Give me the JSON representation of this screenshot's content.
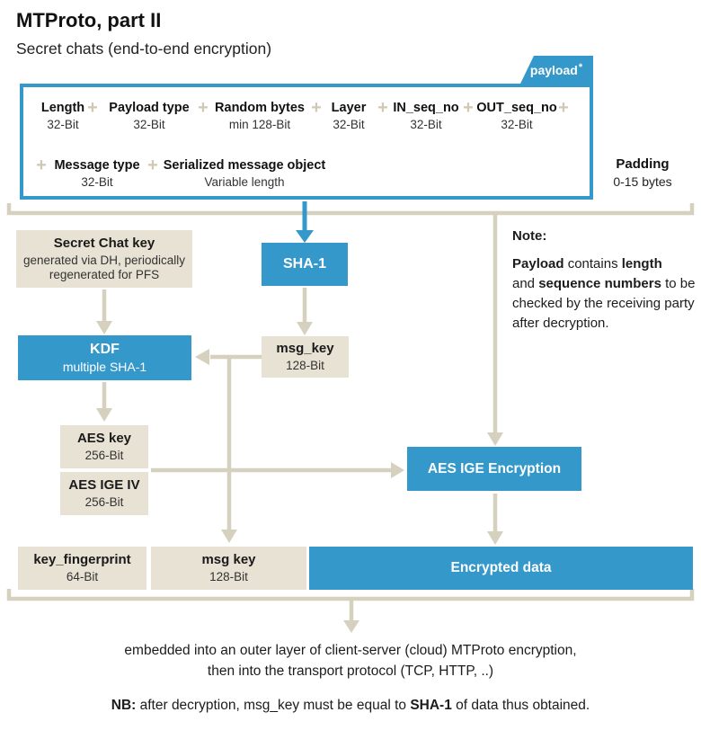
{
  "header": {
    "title": "MTProto, part II",
    "subtitle": "Secret chats (end-to-end encryption)"
  },
  "payload_box": {
    "tab_label": "payload",
    "tab_asterisk": "*",
    "fields_row1": [
      {
        "name": "Length",
        "size": "32-Bit"
      },
      {
        "name": "Payload type",
        "size": "32-Bit"
      },
      {
        "name": "Random bytes",
        "size": "min 128-Bit"
      },
      {
        "name": "Layer",
        "size": "32-Bit"
      },
      {
        "name": "IN_seq_no",
        "size": "32-Bit"
      },
      {
        "name": "OUT_seq_no",
        "size": "32-Bit"
      }
    ],
    "fields_row2": [
      {
        "name": "Message type",
        "size": "32-Bit"
      },
      {
        "name": "Serialized message object",
        "size": "Variable length"
      }
    ]
  },
  "padding": {
    "label": "Padding",
    "size": "0-15 bytes"
  },
  "icons": {
    "plus": "+"
  },
  "nodes": {
    "secret_chat_key": {
      "title": "Secret Chat key",
      "line1": "generated via DH, periodically",
      "line2": "regenerated for PFS"
    },
    "sha1": {
      "label": "SHA-1"
    },
    "kdf": {
      "title": "KDF",
      "subtitle": "multiple SHA-1"
    },
    "msg_key_mid": {
      "title": "msg_key",
      "size": "128-Bit"
    },
    "aes_key": {
      "title": "AES key",
      "size": "256-Bit"
    },
    "aes_ige_iv": {
      "title": "AES IGE IV",
      "size": "256-Bit"
    },
    "aes_ige_encryption": {
      "label": "AES IGE Encryption"
    },
    "key_fingerprint": {
      "title": "key_fingerprint",
      "size": "64-Bit"
    },
    "msg_key_bottom": {
      "title": "msg key",
      "size": "128-Bit"
    },
    "encrypted_data": {
      "label": "Encrypted data"
    }
  },
  "note": {
    "heading": "Note:",
    "l1b1": "Payload",
    "l1t1": " contains ",
    "l1b2": "length",
    "l2t1": "and ",
    "l2b1": "sequence numbers",
    "l2t2": " to be",
    "l3": "checked by the receiving party",
    "l4": "after decryption."
  },
  "footer": {
    "line1": "embedded into an outer layer of client-server (cloud) MTProto encryption,",
    "line2": "then into the transport protocol (TCP, HTTP, ..)",
    "nb_bold": "NB:",
    "nb_text1": " after decryption, msg_key must be equal to ",
    "nb_bold2": "SHA-1",
    "nb_text2": " of data thus obtained."
  },
  "colors": {
    "accent_blue": "#3598ca",
    "beige_box": "#e7e2d3",
    "beige_line": "#d6d0bf",
    "plus_icon": "#cfc8b3"
  }
}
